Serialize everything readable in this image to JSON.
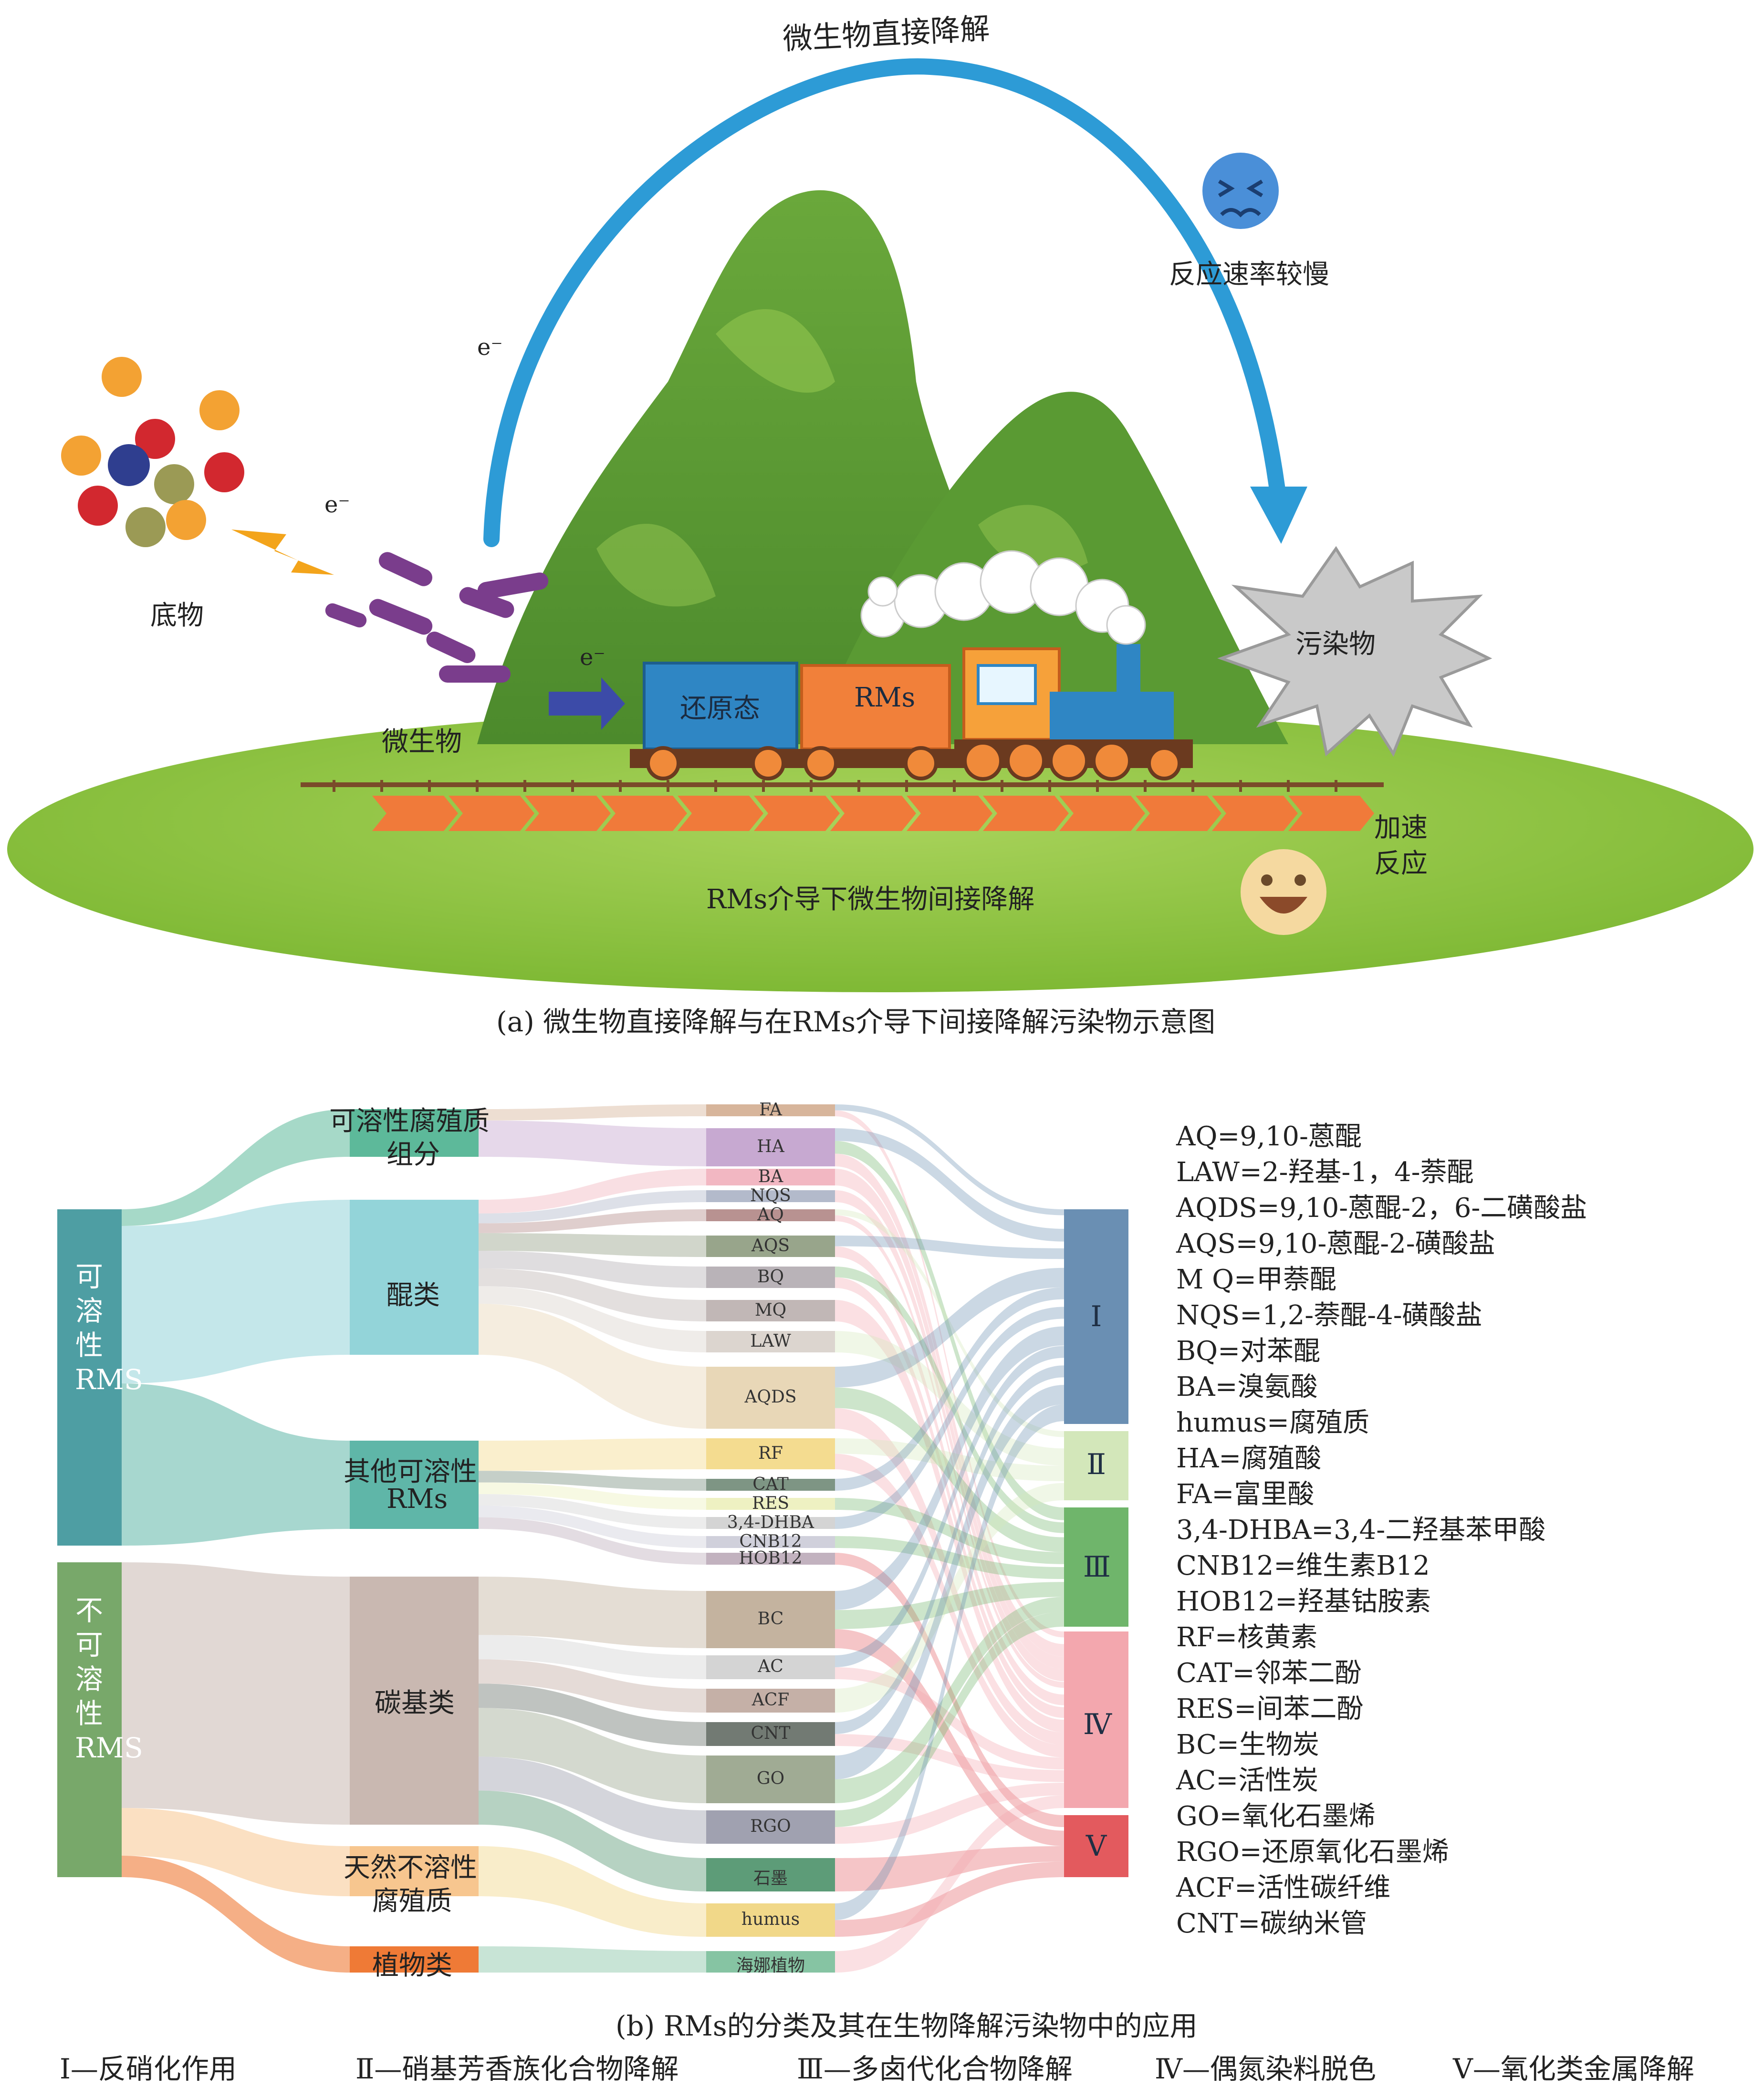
{
  "panel_a": {
    "labels": {
      "direct": "微生物直接降解",
      "slow": "反应速率较慢",
      "substrate": "底物",
      "microbe": "微生物",
      "reduced": "还原态",
      "rms_car": "RMs",
      "pollutant": "污染物",
      "accelerate_1": "加速",
      "accelerate_2": "反应",
      "indirect": "RMs介导下微生物间接降解",
      "electron": "e⁻"
    },
    "caption": "(a) 微生物直接降解与在RMs介导下间接降解污染物示意图"
  },
  "panel_b": {
    "groups": [
      {
        "key": "soluble",
        "label": "可溶性RMS",
        "color": "#4e9ea3"
      },
      {
        "key": "insoluble",
        "label": "不可溶性RMS",
        "color": "#78a86a"
      }
    ],
    "categories": [
      {
        "key": "humic_sol",
        "label": "可溶性腐殖质组分",
        "label_1": "可溶性腐殖质",
        "label_2": "组分",
        "color": "#5db99a"
      },
      {
        "key": "quinone",
        "label": "醌类",
        "color": "#93d4d9"
      },
      {
        "key": "other_sol",
        "label": "其他可溶性RMs",
        "label_1": "其他可溶性",
        "label_2": "RMs",
        "color": "#5fb6a8"
      },
      {
        "key": "carbon",
        "label": "碳基类",
        "color": "#c9b8b1"
      },
      {
        "key": "humus_insol",
        "label": "天然不溶性腐殖质",
        "label_1": "天然不溶性",
        "label_2": "腐殖质",
        "color": "#f7c68f"
      },
      {
        "key": "plant",
        "label": "植物类",
        "color": "#ef7a36"
      }
    ],
    "materials": [
      {
        "label": "FA",
        "color": "#d7b59b"
      },
      {
        "label": "HA",
        "color": "#c7a9d1"
      },
      {
        "label": "BA",
        "color": "#f2b7c2"
      },
      {
        "label": "NQS",
        "color": "#b3bacb"
      },
      {
        "label": "AQ",
        "color": "#b89291"
      },
      {
        "label": "AQS",
        "color": "#98a58b"
      },
      {
        "label": "BQ",
        "color": "#b9b3b8"
      },
      {
        "label": "MQ",
        "color": "#c1b7b6"
      },
      {
        "label": "LAW",
        "color": "#dcd5cf"
      },
      {
        "label": "AQDS",
        "color": "#e8d7b7"
      },
      {
        "label": "RF",
        "color": "#f4dc90"
      },
      {
        "label": "CAT",
        "color": "#7e9584"
      },
      {
        "label": "RES",
        "color": "#eef1c2"
      },
      {
        "label": "3,4-DHBA",
        "color": "#d4d4d4"
      },
      {
        "label": "CNB12",
        "color": "#d0d0db"
      },
      {
        "label": "HOB12",
        "color": "#c2b2bf"
      },
      {
        "label": "BC",
        "color": "#c4b39f"
      },
      {
        "label": "AC",
        "color": "#d4d4d4"
      },
      {
        "label": "ACF",
        "color": "#c5b0a7"
      },
      {
        "label": "CNT",
        "color": "#727a73"
      },
      {
        "label": "GO",
        "color": "#a0ab94"
      },
      {
        "label": "RGO",
        "color": "#a0a1b0"
      },
      {
        "label": "石墨",
        "color": "#5d9c78"
      },
      {
        "label": "humus",
        "color": "#f1d889"
      },
      {
        "label": "海娜植物",
        "color": "#86c4a3"
      }
    ],
    "classes": [
      {
        "label": "Ⅰ",
        "color": "#6a8fb3"
      },
      {
        "label": "Ⅱ",
        "color": "#d3e7ba"
      },
      {
        "label": "Ⅲ",
        "color": "#6fb56b"
      },
      {
        "label": "Ⅳ",
        "color": "#f3a7ae"
      },
      {
        "label": "Ⅴ",
        "color": "#e35a5e"
      }
    ],
    "abbreviations": [
      "AQ=9,10-蒽醌",
      "LAW=2-羟基-1，4-萘醌",
      "AQDS=9,10-蒽醌-2，6-二磺酸盐",
      "AQS=9,10-蒽醌-2-磺酸盐",
      "M Q=甲萘醌",
      "NQS=1,2-萘醌-4-磺酸盐",
      "BQ=对苯醌",
      "BA=溴氨酸",
      "humus=腐殖质",
      "HA=腐殖酸",
      "FA=富里酸",
      "3,4-DHBA=3,4-二羟基苯甲酸",
      "CNB12=维生素B12",
      "HOB12=羟基钴胺素",
      "RF=核黄素",
      "CAT=邻苯二酚",
      "RES=间苯二酚",
      "BC=生物炭",
      "AC=活性炭",
      "GO=氧化石墨烯",
      "RGO=还原氧化石墨烯",
      "ACF=活性碳纤维",
      "CNT=碳纳米管"
    ],
    "caption": "(b) RMs的分类及其在生物降解污染物中的应用",
    "legend": [
      "Ⅰ—反硝化作用",
      "Ⅱ—硝基芳香族化合物降解",
      "Ⅲ—多卤代化合物降解",
      "Ⅳ—偶氮染料脱色",
      "Ⅴ—氧化类金属降解"
    ]
  }
}
